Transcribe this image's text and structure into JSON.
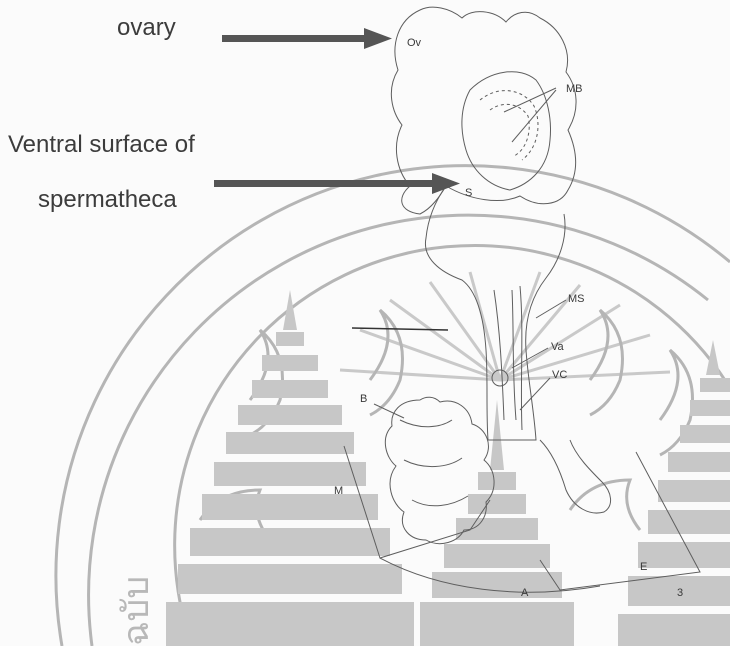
{
  "annotations": {
    "ovary": "ovary",
    "ventral_line1": "Ventral surface of",
    "ventral_line2": "spermatheca"
  },
  "labels": {
    "ov": "Ov",
    "mb": "MB",
    "s": "S",
    "ms": "MS",
    "va": "Va",
    "vc": "VC",
    "b": "B",
    "m": "M",
    "a": "A",
    "e": "E",
    "n3": "3"
  },
  "watermark": {
    "text": "ฉบับ",
    "color": "#b8b8b8"
  },
  "colors": {
    "arrow": "#555555",
    "annotation_text": "#3c3c3c",
    "drawing_stroke": "#5e5e5e"
  }
}
